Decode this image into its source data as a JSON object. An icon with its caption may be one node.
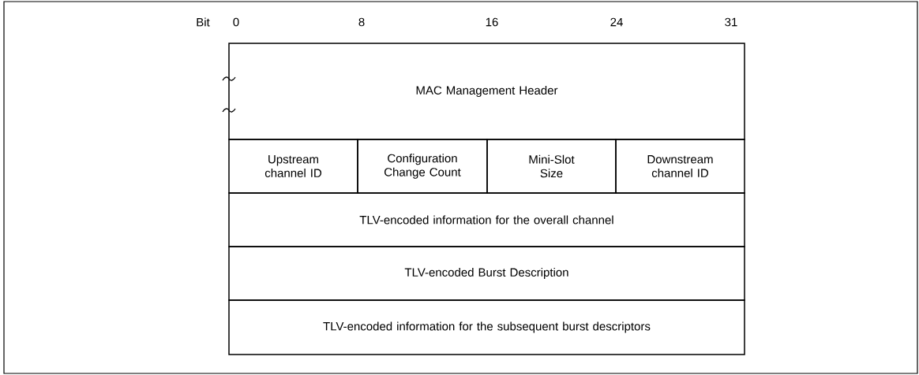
{
  "diagram": {
    "nodes": [
      {
        "text": [
          "MAC Management Header"
        ]
      },
      {
        "text": [
          "Upstream channel ID"
        ]
      },
      {
        "text": [
          "Configuration Change Count"
        ]
      },
      {
        "text": [
          "Mini-Slot Size"
        ]
      },
      {
        "text": [
          "Downstream channel ID"
        ]
      },
      {
        "text": [
          "TLV-encoded information for the overall channel"
        ]
      },
      {
        "text": [
          "TLV-encoded Burst Description"
        ]
      },
      {
        "text": [
          "TLV-encoded information for the subsequent burst descriptors"
        ]
      }
    ],
    "labels": [
      "Bit",
      "0",
      "8",
      "16",
      "24",
      "31"
    ]
  }
}
